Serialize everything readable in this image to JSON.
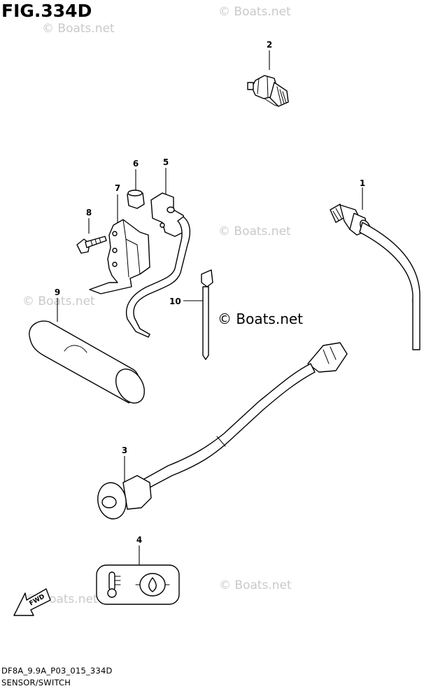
{
  "figure": {
    "title": "FIG.334D",
    "code": "DF8A_9.9A_P03_015_334D",
    "caption": "SENSOR/SWITCH"
  },
  "watermark": {
    "main": "© Boats.net",
    "faint": "© Boats.net"
  },
  "callouts": [
    {
      "id": "1",
      "part": "sensor-1"
    },
    {
      "id": "2",
      "part": "sensor-2"
    },
    {
      "id": "3",
      "part": "switch-3"
    },
    {
      "id": "4",
      "part": "label-4"
    },
    {
      "id": "5",
      "part": "switch-5"
    },
    {
      "id": "6",
      "part": "bushing-6"
    },
    {
      "id": "7",
      "part": "bracket-7"
    },
    {
      "id": "8",
      "part": "screw-8"
    },
    {
      "id": "9",
      "part": "sleeve-9"
    },
    {
      "id": "10",
      "part": "clamp-10"
    }
  ],
  "fwd_label": "FWD",
  "icons": [
    "thermometer-icon",
    "oil-can-icon"
  ]
}
